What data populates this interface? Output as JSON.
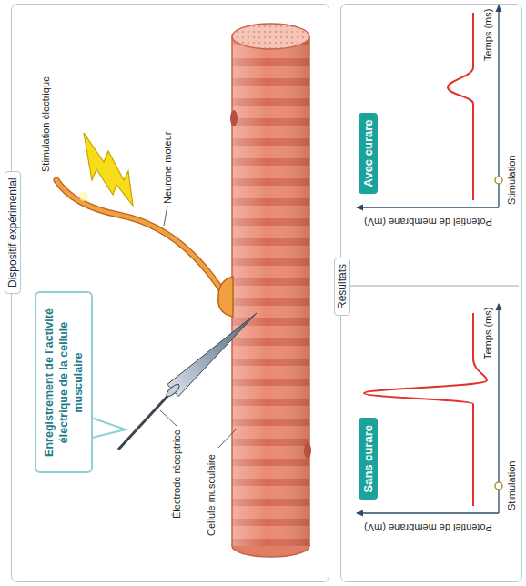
{
  "diagram": {
    "nodes": [
      {
        "text": [
          "Dispositif expérimental"
        ]
      },
      {
        "text": [
          "Résultats"
        ]
      },
      {
        "text": [
          "Enregistrement de l'activité électrique de la cellule musculaire"
        ],
        "in": 0
      },
      {
        "text": [
          "Sans curare"
        ],
        "in": 1
      },
      {
        "text": [
          "Avec curare"
        ],
        "in": 1
      }
    ],
    "labels": [
      "Stimulation électrique",
      "Neurone moteur",
      "Électrode réceptrice",
      "Cellule musculaire",
      "Potentiel de membrane (mV)",
      "Stimulation",
      "Temps (ms)",
      "Potentiel de membrane (mV)",
      "Stimulation",
      "Temps (ms)"
    ]
  }
}
